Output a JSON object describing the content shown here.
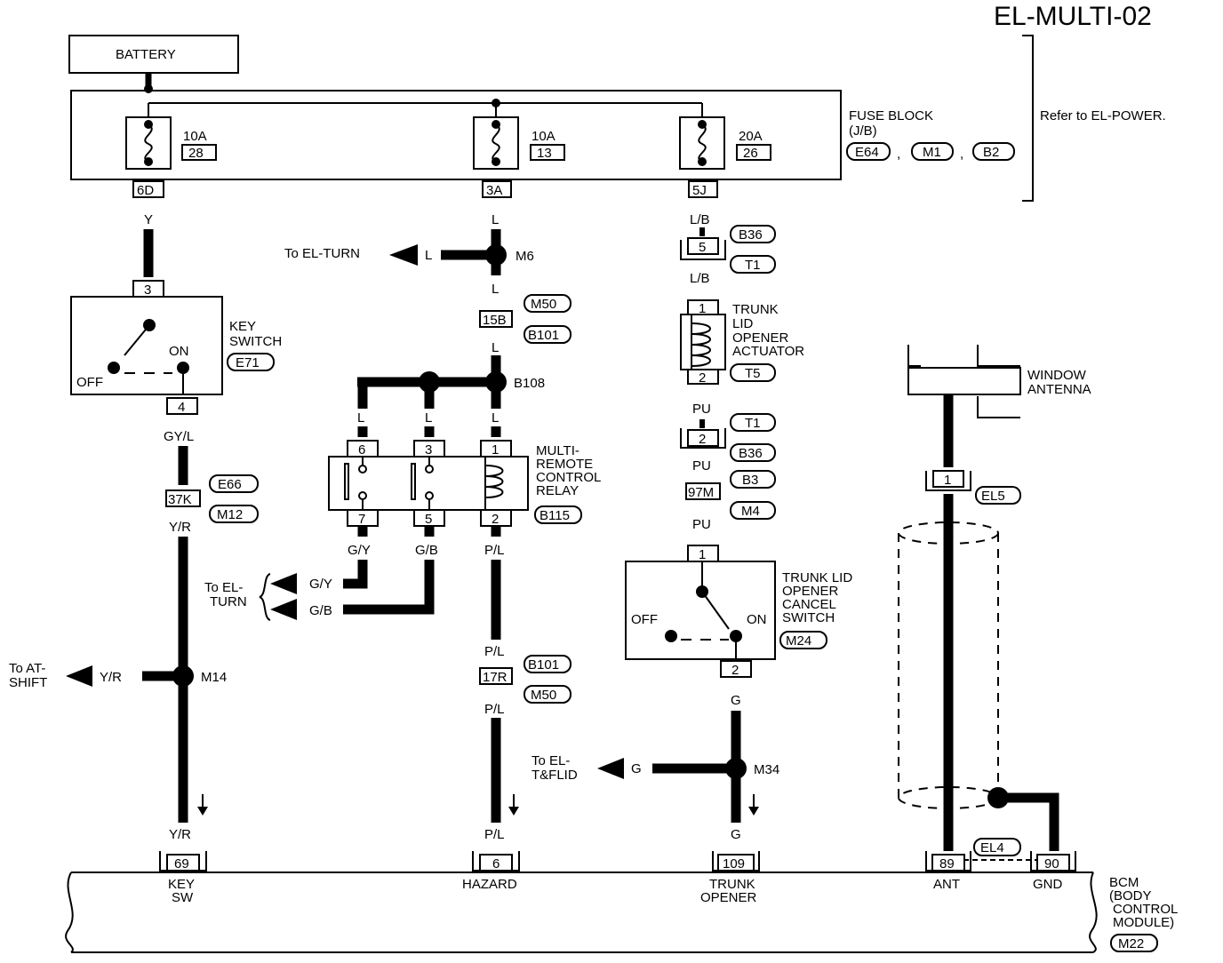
{
  "title": "EL-MULTI-02",
  "battery": "BATTERY",
  "fuse_block": {
    "label_line1": "FUSE BLOCK",
    "label_line2": "(J/B)",
    "connectors": [
      "E64",
      "M1",
      "B2"
    ],
    "separator": ",",
    "refer": "Refer to EL-POWER.",
    "fuses": [
      {
        "rating": "10A",
        "number": "28",
        "terminal": "6D"
      },
      {
        "rating": "10A",
        "number": "13",
        "terminal": "3A"
      },
      {
        "rating": "20A",
        "number": "26",
        "terminal": "5J"
      }
    ]
  },
  "key_switch": {
    "label_line1": "KEY",
    "label_line2": "SWITCH",
    "connector": "E71",
    "pin_in": "3",
    "pin_out": "4",
    "off": "OFF",
    "on": "ON"
  },
  "col1": {
    "wire_top": "Y",
    "wire_gyl": "GY/L",
    "joint": "37K",
    "conn_a": "E66",
    "conn_b": "M12",
    "wire_yr1": "Y/R",
    "splice": "M14",
    "to_line1": "To AT-",
    "to_line2": "SHIFT",
    "to_wire": "Y/R",
    "wire_yr2": "Y/R",
    "bcm_pin": "69",
    "bcm_line1": "KEY",
    "bcm_line2": "SW"
  },
  "col2": {
    "wire_l": "L",
    "splice_m6": "M6",
    "to_turn": "To EL-TURN",
    "to_wire": "L",
    "joint_15b": "15B",
    "conn_m50": "M50",
    "conn_b101": "B101",
    "splice_b108": "B108",
    "relay_line1": "MULTI-",
    "relay_line2": "REMOTE",
    "relay_line3": "CONTROL",
    "relay_line4": "RELAY",
    "relay_conn": "B115",
    "relay_pins_top": [
      "6",
      "3",
      "1"
    ],
    "relay_pins_bottom": [
      "7",
      "5",
      "2"
    ],
    "wire_gy": "G/Y",
    "wire_gb": "G/B",
    "wire_pl": "P/L",
    "to_el_line1": "To EL-",
    "to_el_line2": "TURN",
    "joint_17r": "17R",
    "conn_b101b": "B101",
    "conn_m50b": "M50",
    "bcm_pin": "6",
    "bcm_label": "HAZARD"
  },
  "col3": {
    "wire_lb": "L/B",
    "conn_b36": "B36",
    "conn_t1": "T1",
    "pin5": "5",
    "actuator_line1": "TRUNK",
    "actuator_line2": "LID",
    "actuator_line3": "OPENER",
    "actuator_line4": "ACTUATOR",
    "actuator_conn": "T5",
    "pin1": "1",
    "pin2": "2",
    "wire_pu": "PU",
    "joint_97m": "97M",
    "conn_b3": "B3",
    "conn_m4": "M4",
    "cancel_line1": "TRUNK LID",
    "cancel_line2": "OPENER",
    "cancel_line3": "CANCEL",
    "cancel_line4": "SWITCH",
    "cancel_conn": "M24",
    "off": "OFF",
    "on": "ON",
    "wire_g": "G",
    "splice_m34": "M34",
    "to_line1": "To EL-",
    "to_line2": "T&FLID",
    "bcm_pin": "109",
    "bcm_line1": "TRUNK",
    "bcm_line2": "OPENER"
  },
  "col4": {
    "antenna_line1": "WINDOW",
    "antenna_line2": "ANTENNA",
    "pin": "1",
    "conn_el5": "EL5",
    "conn_el4": "EL4",
    "bcm_pin_ant": "89",
    "bcm_pin_gnd": "90",
    "ant_label": "ANT",
    "gnd_label": "GND"
  },
  "bcm": {
    "line1": "BCM",
    "line2": "(BODY",
    "line3": "CONTROL",
    "line4": "MODULE)",
    "conn": "M22"
  }
}
